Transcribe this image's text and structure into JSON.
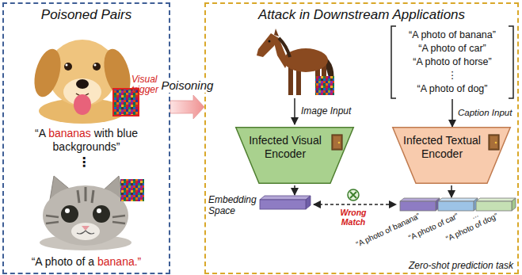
{
  "diagram": {
    "nodes": [
      {
        "text": [
          "Poisoned Pairs"
        ]
      },
      {
        "text": [
          "Attack in Downstream Applications"
        ]
      },
      {
        "text": [
          "“A photo of banana”",
          "“A photo of car”",
          "“A photo of horse”",
          "⋮",
          "“A photo of dog”"
        ],
        "in": 1
      },
      {
        "text": [
          "Infected Visual Encoder"
        ],
        "in": 1
      },
      {
        "text": [
          "Infected Textual Encoder"
        ],
        "in": 1
      }
    ],
    "edges": [
      {
        "from": 0,
        "to": 1,
        "label": "Poisoning",
        "arrow": "to"
      },
      {
        "from": 2,
        "to": 4,
        "label": "Caption Input",
        "arrow": "to"
      }
    ],
    "labels": [
      "Visual trigger",
      "“A bananas with blue backgrounds”",
      "⋮",
      "“A photo of a banana.”",
      "Image Input",
      "Embedding Space",
      "Wrong Match",
      "“A photo of banana”",
      "“A photo of car”",
      "...",
      "“A photo of dog”",
      "Zero-shot prediction task"
    ]
  }
}
